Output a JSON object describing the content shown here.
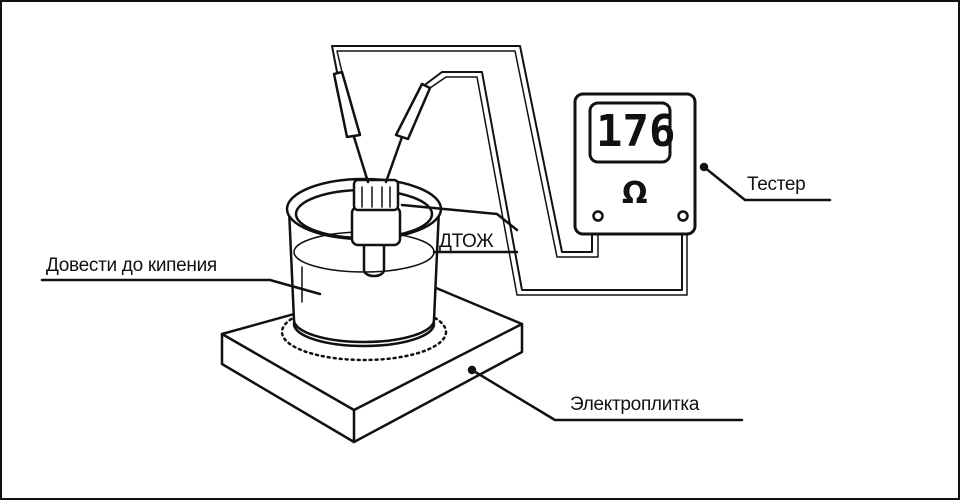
{
  "labels": {
    "boil": "Довести до кипения",
    "sensor": "ДТОЖ",
    "tester": "Тестер",
    "stove": "Электроплитка"
  },
  "tester": {
    "reading": "176",
    "unit": "Ω"
  }
}
